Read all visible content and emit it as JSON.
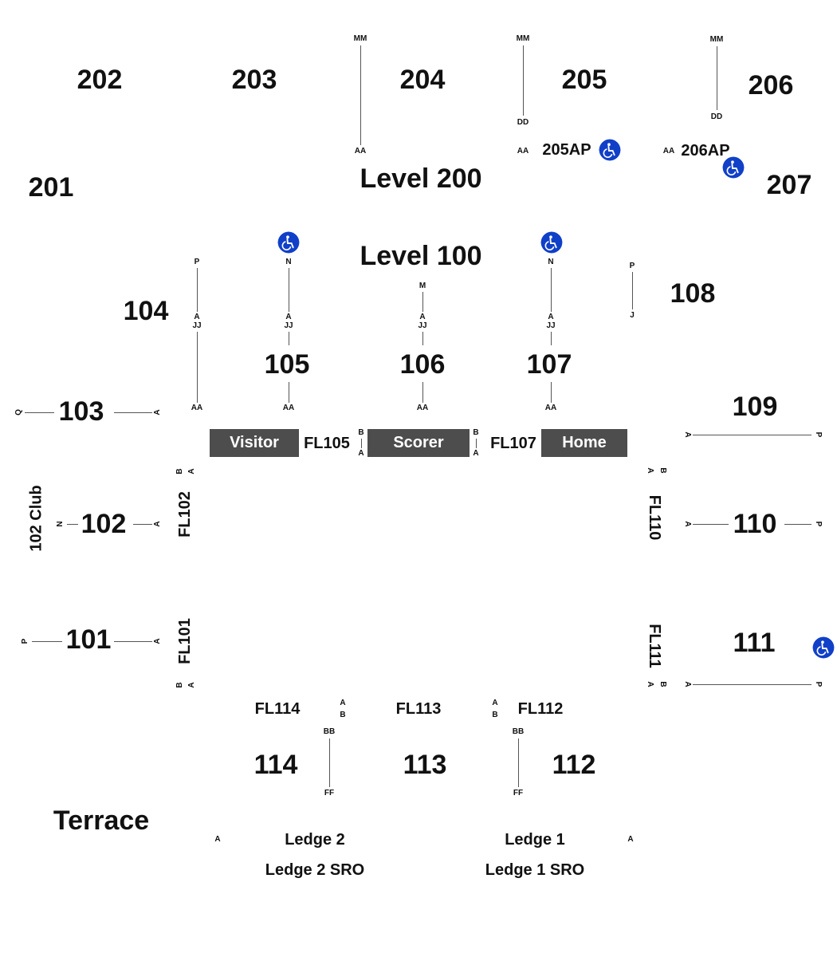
{
  "levels": {
    "level200": "Level 200",
    "level100": "Level 100"
  },
  "sections": {
    "s201": "201",
    "s202": "202",
    "s203": "203",
    "s204": "204",
    "s205": "205",
    "s206": "206",
    "s207": "207",
    "s205ap": "205AP",
    "s206ap": "206AP",
    "s101": "101",
    "s102": "102",
    "s103": "103",
    "s104": "104",
    "s105": "105",
    "s106": "106",
    "s107": "107",
    "s108": "108",
    "s109": "109",
    "s110": "110",
    "s111": "111",
    "s112": "112",
    "s113": "113",
    "s114": "114",
    "terrace": "Terrace",
    "club102": "102 Club"
  },
  "floor": {
    "fl105": "FL105",
    "fl107": "FL107",
    "fl102": "FL102",
    "fl101": "FL101",
    "fl110": "FL110",
    "fl111": "FL111",
    "fl114": "FL114",
    "fl113": "FL113",
    "fl112": "FL112"
  },
  "boxes": {
    "visitor": "Visitor",
    "scorer": "Scorer",
    "home": "Home"
  },
  "ledges": {
    "ledge2": "Ledge 2",
    "ledge1": "Ledge 1",
    "ledge2sro": "Ledge 2 SRO",
    "ledge1sro": "Ledge 1 SRO"
  },
  "rows": {
    "mm": "MM",
    "dd": "DD",
    "aa": "AA",
    "p": "P",
    "n": "N",
    "m": "M",
    "a": "A",
    "jj": "JJ",
    "j": "J",
    "q": "Q",
    "b": "B",
    "bb": "BB",
    "ff": "FF"
  },
  "icons": {
    "wheelchair": "wheelchair-accessible-icon",
    "accent": "#1040c8"
  }
}
